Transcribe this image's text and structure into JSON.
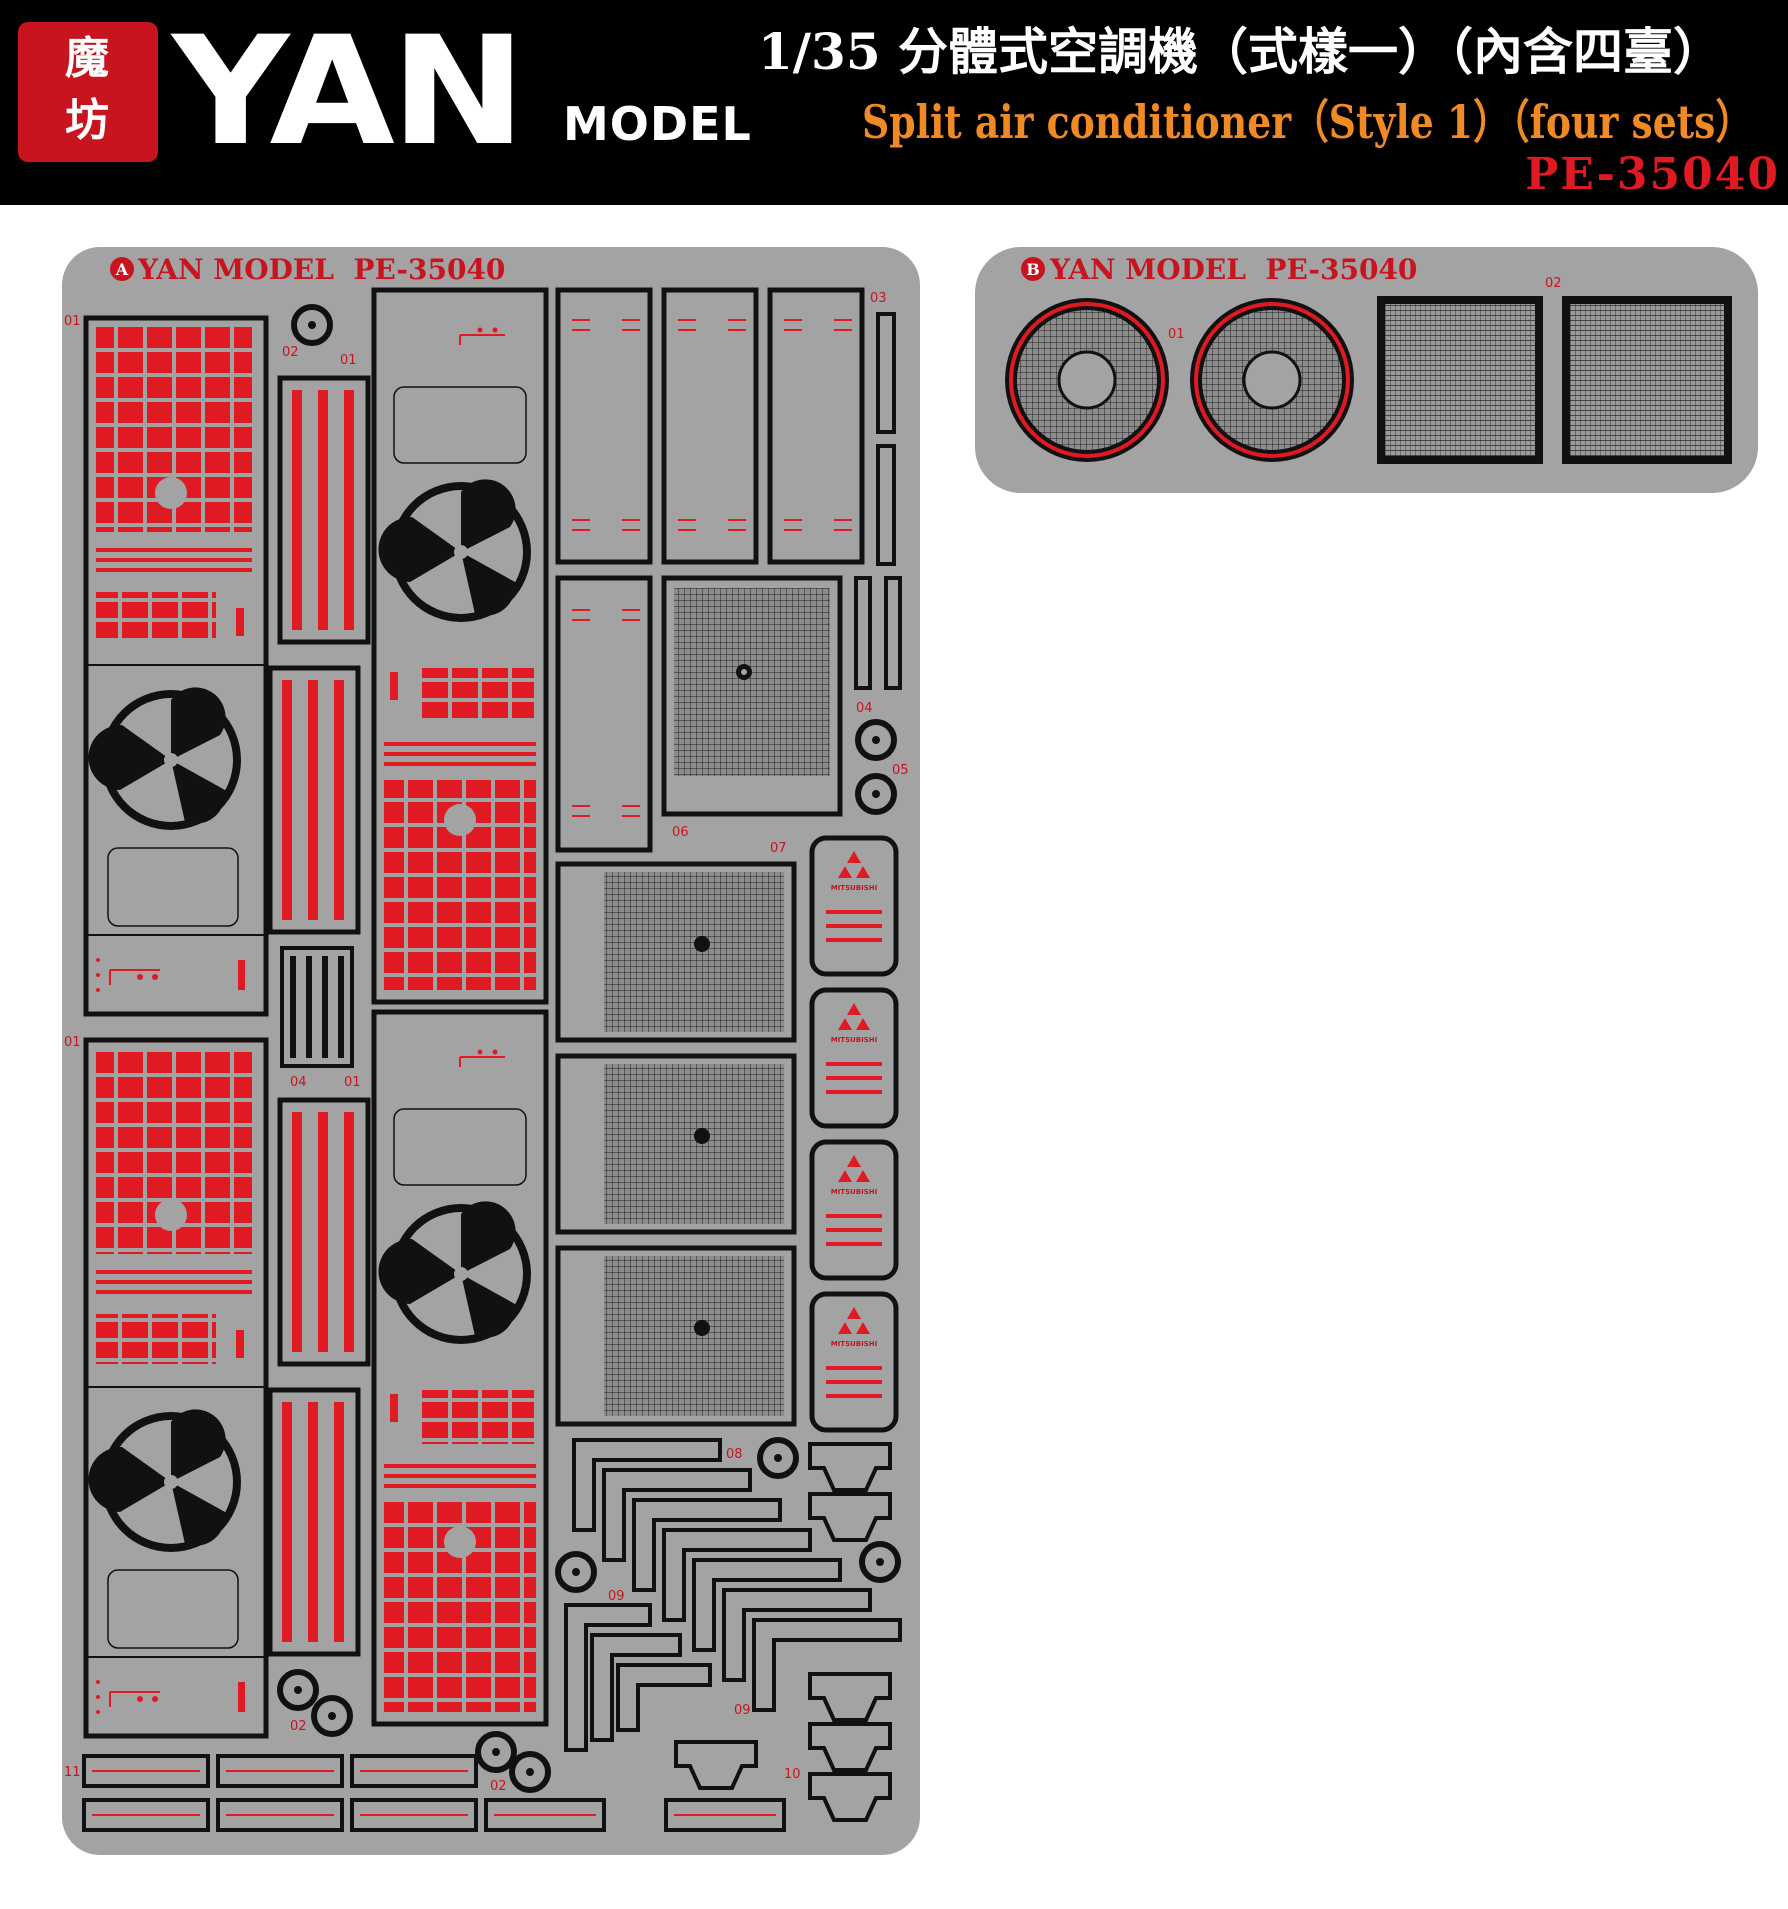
{
  "header": {
    "seal_chars": [
      "魔",
      "坊"
    ],
    "brand": "YAN",
    "model": "MODEL",
    "title_cn": "1/35 分體式空調機（式樣一）（內含四臺）",
    "title_en": "Split air conditioner（Style 1）（four sets）",
    "product_code": "PE-35040"
  },
  "fret_a": {
    "badge": "A",
    "label": "YAN MODEL  PE-35040"
  },
  "fret_b": {
    "badge": "B",
    "label": "YAN MODEL  PE-35040"
  },
  "part_numbers": {
    "a01": "01",
    "a02": "02",
    "a03": "03",
    "a04": "04",
    "a05": "05",
    "a06": "06",
    "a07": "07",
    "a08": "08",
    "a09": "09",
    "a10": "10",
    "a11": "11",
    "b01": "01",
    "b02": "02"
  },
  "logo_text": "MITSUBISHI",
  "colors": {
    "metal": "#a3a3a3",
    "etch": "#e01a22",
    "outline": "#111111",
    "header": "#000000",
    "accent": "#f08a24"
  }
}
